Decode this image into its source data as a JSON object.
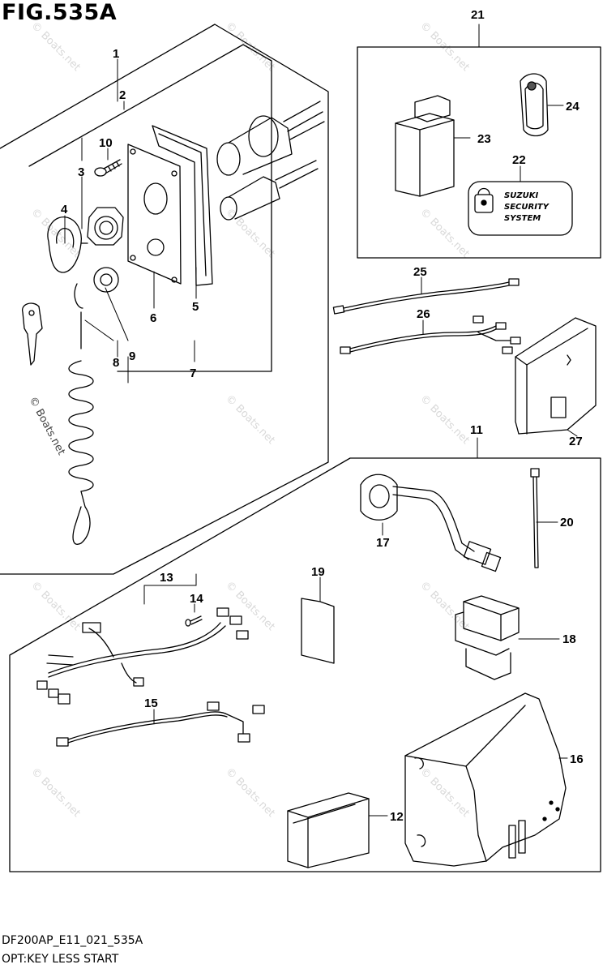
{
  "figure": {
    "title": "FIG.535A",
    "code": "DF200AP_E11_021_535A",
    "caption": "OPT:KEY LESS START"
  },
  "watermark": "© Boats.net",
  "logo": {
    "line1": "SUZUKI",
    "line2": "SECURITY",
    "line3": "SYSTEM"
  },
  "callouts": [
    "1",
    "2",
    "3",
    "4",
    "5",
    "6",
    "7",
    "8",
    "9",
    "10",
    "11",
    "12",
    "13",
    "14",
    "15",
    "16",
    "17",
    "18",
    "19",
    "20",
    "21",
    "22",
    "23",
    "24",
    "25",
    "26",
    "27"
  ]
}
